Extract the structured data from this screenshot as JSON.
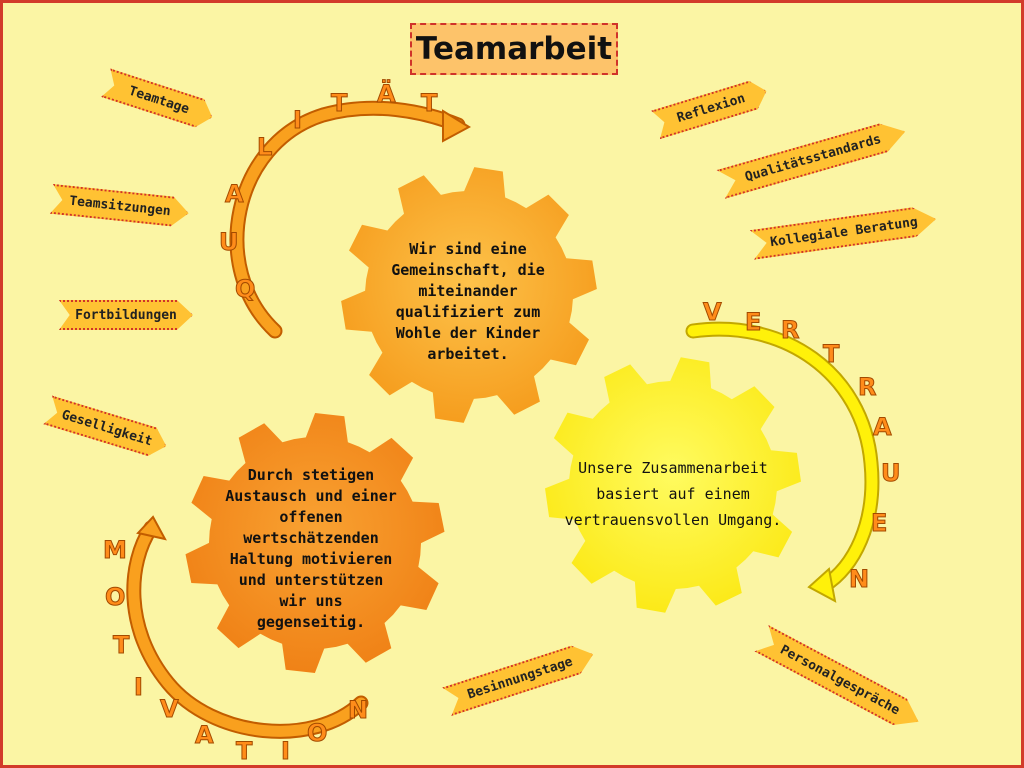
{
  "title": "Teamarbeit",
  "tags": {
    "teamtage": "Teamtage",
    "teamsitzungen": "Teamsitzungen",
    "fortbildungen": "Fortbildungen",
    "geselligkeit": "Geselligkeit",
    "reflexion": "Reflexion",
    "qualitaetsstandards": "Qualitätsstandards",
    "kollegiale_beratung": "Kollegiale Beratung",
    "besinnungstage": "Besinnungstage",
    "personalgespraeche": "Personalgespräche"
  },
  "gears": {
    "top": "Wir sind eine Gemeinschaft, die miteinander qualifiziert zum Wohle der Kinder arbeitet.",
    "left": "Durch stetigen Austausch und einer offenen wertschätzenden Haltung motivieren und unterstützen wir uns gegenseitig.",
    "right": "Unsere Zusammenarbeit basiert auf einem vertrauensvollen Umgang."
  },
  "arc_words": {
    "qualitaet": [
      "Q",
      "U",
      "A",
      "L",
      "I",
      "T",
      "Ä",
      "T"
    ],
    "vertrauen": [
      "V",
      "E",
      "R",
      "T",
      "R",
      "A",
      "U",
      "E",
      "N"
    ],
    "motivation": [
      "M",
      "O",
      "T",
      "I",
      "V",
      "A",
      "T",
      "I",
      "O",
      "N"
    ]
  },
  "colors": {
    "background": "#fbf5a4",
    "border": "#d23b2a",
    "gear_orange_light": "#fbae2c",
    "gear_orange_dark": "#f58a1c",
    "gear_yellow": "#fff31a",
    "tag_fill": "#ffc233",
    "arc_orange": "#f9a01e",
    "arc_yellow": "#fff10a"
  }
}
